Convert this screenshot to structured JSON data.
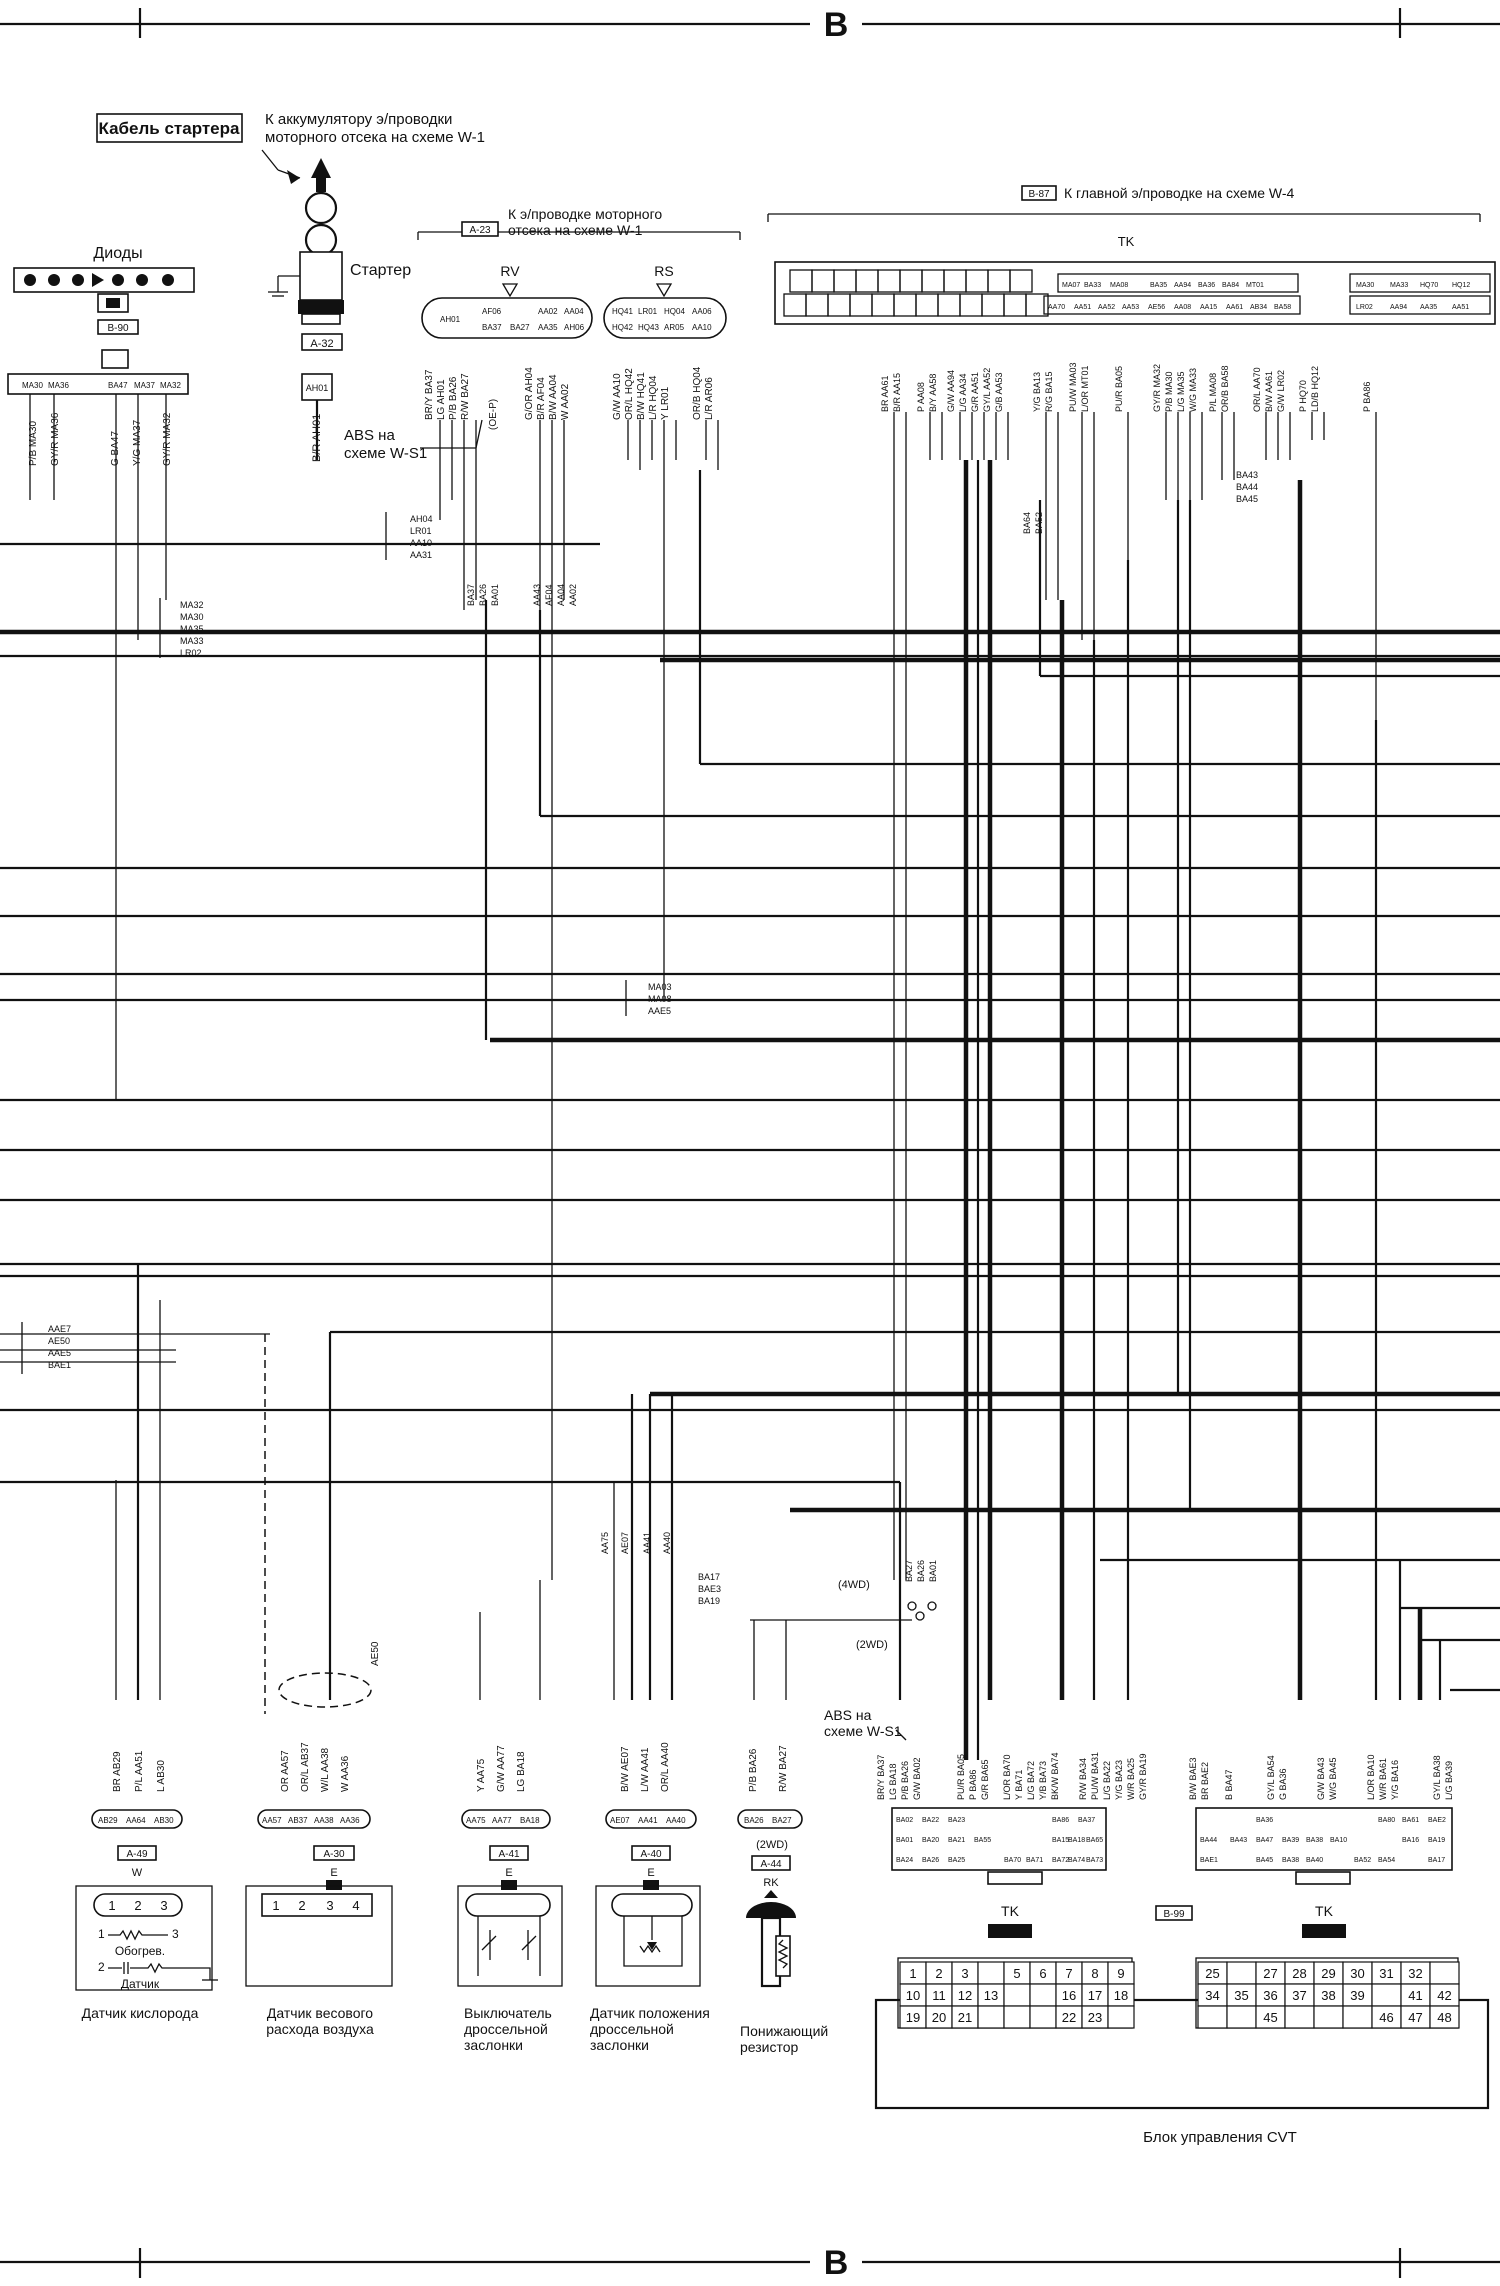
{
  "frame": {
    "marker_top": "B",
    "marker_bottom": "B"
  },
  "top_left": {
    "starter_cable_label": "Кабель стартера",
    "battery_note_line1": "К аккумулятору э/проводки",
    "battery_note_line2": "моторного отсека на схеме W-1",
    "starter_label": "Стартер",
    "starter_connector": "A-32",
    "starter_pin": "AH01",
    "starter_wire": "B/R AH01",
    "diodes_label": "Диоды",
    "diodes_connector": "B-90",
    "diodes_pins": [
      "MA30",
      "MA36",
      "BA47",
      "MA37",
      "MA32"
    ],
    "diode_wires": [
      "P/B MA30",
      "GY/R MA36",
      "G BA47",
      "Y/G MA37",
      "GY/R MA32"
    ],
    "abs_note_line1": "ABS на",
    "abs_note_line2": "схеме W-S1"
  },
  "engine_harness": {
    "connector": "A-23",
    "note_line1": "К э/проводке моторного",
    "note_line2": "отсека на схеме W-1",
    "rv_label": "RV",
    "rs_label": "RS",
    "rv_pins": [
      "AH01",
      "AF06",
      "BA37",
      "BA27",
      "AA02",
      "AA35",
      "AA04",
      "AH06"
    ],
    "rs_pins": [
      "HQ41",
      "HQ42",
      "LR01",
      "HQ43",
      "HQ04",
      "AR05",
      "AA06",
      "AA10"
    ],
    "rv_wires": [
      "BR/Y BA37",
      "LG AH01",
      "P/B BA26",
      "R/W BA27",
      "(OE-P)",
      "G/OR AH04",
      "B/R AF04",
      "B/W AA04",
      "W AA02"
    ],
    "rs_wires": [
      "G/W AA10",
      "OR/L HQ42",
      "B/W HQ41",
      "L/R HQ04",
      "Y LR01",
      "OR/B HQ04",
      "L/R AR06"
    ]
  },
  "main_harness": {
    "connector": "B-87",
    "note": "К главной э/проводке на схеме W-4",
    "tk_label": "TK",
    "row1_pins": [
      "MA07",
      "BA33",
      "MA08",
      "BA35",
      "AA94",
      "BA36",
      "BA84",
      "MT01",
      "MA30",
      "MA33",
      "HQ70",
      "HQ12"
    ],
    "row2_pins": [
      "AA70",
      "AA51",
      "AA52",
      "AA53",
      "AE56",
      "AA08",
      "AA15",
      "AA61",
      "AB34",
      "BA58",
      "LR02",
      "AA94",
      "AA35",
      "AA51"
    ],
    "wires": [
      "BR AA61",
      "B/R AA15",
      "P AA08",
      "B/Y AA58",
      "G/W AA94",
      "L/G AA34",
      "G/R AA51",
      "GY/L AA52",
      "G/B AA53",
      "Y/G BA13",
      "R/G BA15",
      "PU/W MA03",
      "L/OR MT01",
      "PU/R BA05",
      "GY/R MA32",
      "P/B MA30",
      "L/G MA35",
      "W/G MA33",
      "P/L MA08",
      "OR/B BA58",
      "OR/L AA70",
      "B/W AA61",
      "G/W LR02",
      "P HQ70",
      "LD/B HQ12",
      "P BA86"
    ]
  },
  "splices": {
    "left_upper": [
      "AH04",
      "LR01",
      "AA10",
      "AA31"
    ],
    "left_mid": [
      "MA32",
      "MA30",
      "MA35",
      "MA33",
      "LR02"
    ],
    "engine_mid": [
      "BA37",
      "BA26",
      "BA01",
      "AA43",
      "AF04",
      "AA04",
      "AA02"
    ],
    "ba_right": [
      "BA43",
      "BA44",
      "BA45"
    ],
    "ba_mid": [
      "BA64",
      "BA52"
    ],
    "center": [
      "MA03",
      "MA08",
      "AAE5"
    ],
    "lower_left": [
      "AAE7",
      "AE50",
      "AAE5",
      "BAE1"
    ],
    "lower_center": [
      "BA17",
      "BAE3",
      "BA19"
    ],
    "lower_center_top": [
      "AA75",
      "AE07",
      "AA41",
      "AA40"
    ],
    "cvt_top": [
      "BA27",
      "BA26",
      "BA01"
    ],
    "four_wd": "(4WD)",
    "two_wd": "(2WD)"
  },
  "sensors": {
    "o2": {
      "connector": "A-49",
      "pins_line": [
        "AB29",
        "AA64",
        "AB30"
      ],
      "wires": [
        "BR AB29",
        "P/L AA51",
        "L AB30"
      ],
      "color_code": "W",
      "pins": [
        "1",
        "2",
        "3"
      ],
      "heater": "Обогрев.",
      "sensor": "Датчик",
      "heater_pin_left": "1",
      "heater_pin_right": "3",
      "sensor_pin": "2",
      "label": "Датчик кислорода"
    },
    "maf": {
      "connector": "A-30",
      "pins_line": [
        "AA57",
        "AB37",
        "AA38",
        "AA36"
      ],
      "wires": [
        "OR AA57",
        "OR/L AB37",
        "W/L AA38",
        "W AA36"
      ],
      "color_code": "E",
      "pins": [
        "1",
        "2",
        "3",
        "4"
      ],
      "shield_pin": "AE50",
      "label_line1": "Датчик весового",
      "label_line2": "расхода воздуха"
    },
    "tps_switch": {
      "connector": "A-41",
      "pins_line": [
        "AA75",
        "AA77",
        "BA18"
      ],
      "wires": [
        "Y AA75",
        "G/W AA77",
        "LG BA18"
      ],
      "color_code": "E",
      "label_line1": "Выключатель",
      "label_line2": "дроссельной",
      "label_line3": "заслонки"
    },
    "tps": {
      "connector": "A-40",
      "pins_line": [
        "AE07",
        "AA41",
        "AA40"
      ],
      "wires": [
        "B/W AE07",
        "L/W AA41",
        "OR/L AA40"
      ],
      "color_code": "E",
      "label_line1": "Датчик положения",
      "label_line2": "дроссельной",
      "label_line3": "заслонки"
    },
    "resistor": {
      "connector": "A-44",
      "pins_line": [
        "BA26",
        "BA27"
      ],
      "wires": [
        "P/B BA26",
        "R/W BA27"
      ],
      "variant": "(2WD)",
      "color_code": "RK",
      "label_line1": "Понижающий",
      "label_line2": "резистор"
    }
  },
  "cvt_unit": {
    "connector": "B-99",
    "label": "Блок управления CVT",
    "abs_note_line1": "ABS на",
    "abs_note_line2": "схеме W-S1",
    "tk_left": "TK",
    "tk_right": "TK",
    "left_block": {
      "row1": [
        "1",
        "2",
        "3",
        "",
        "5",
        "6",
        "7",
        "8",
        "9"
      ],
      "row2": [
        "10",
        "11",
        "12",
        "13",
        "",
        "",
        "16",
        "17",
        "18"
      ],
      "row3": [
        "19",
        "20",
        "21",
        "",
        "",
        "",
        "22",
        "23",
        ""
      ]
    },
    "right_block": {
      "row1": [
        "25",
        "",
        "27",
        "28",
        "29",
        "30",
        "31",
        "32",
        ""
      ],
      "row2": [
        "34",
        "35",
        "36",
        "37",
        "38",
        "39",
        "",
        "41",
        "42"
      ],
      "row3": [
        "",
        "",
        "45",
        "",
        "",
        "",
        "46",
        "47",
        "48"
      ]
    },
    "connector_left_pins": [
      [
        "BA02",
        "BA22",
        "BA23",
        "",
        "BA86",
        "BA37",
        "",
        ""
      ],
      [
        "BA01",
        "BA20",
        "BA21",
        "BA55",
        "BA15",
        "BA18",
        "BA65",
        ""
      ],
      [
        "BA24",
        "BA26",
        "BA25",
        "",
        "BA70",
        "BA71",
        "BA72",
        "BA74",
        "BA73"
      ]
    ],
    "connector_right_pins": [
      [
        "BA36",
        "",
        "",
        "",
        "BA80",
        "BA61",
        "BAE2"
      ],
      [
        "BA44",
        "BA43",
        "BA47",
        "BA39",
        "BA38",
        "BA10",
        "BA16",
        "BA19"
      ],
      [
        "BAE1",
        "",
        "BA45",
        "BA38",
        "BA40",
        "BA52",
        "BA54",
        "BA17"
      ]
    ],
    "wires_left": [
      "BR/Y BA37",
      "LG BA18",
      "P/B BA26",
      "G/W BA02",
      "PU/R BA05",
      "P BA86",
      "G/R BA65",
      "L/OR BA70",
      "Y BA71",
      "L/G BA72",
      "Y/B BA73",
      "BK/W BA74",
      "R/W BA34",
      "PU/W BA31",
      "L/G BA22",
      "Y/G BA23",
      "W/R BA25",
      "GY/R BA19"
    ],
    "wires_right": [
      "B/W BAE3",
      "BR BAE2",
      "B BA47",
      "GY/L BA54",
      "G BA36",
      "G/W BA43",
      "W/G BA45",
      "L/OR BA10",
      "W/R BA61",
      "Y/G BA16",
      "GY/L BA38",
      "L/G BA39"
    ]
  }
}
